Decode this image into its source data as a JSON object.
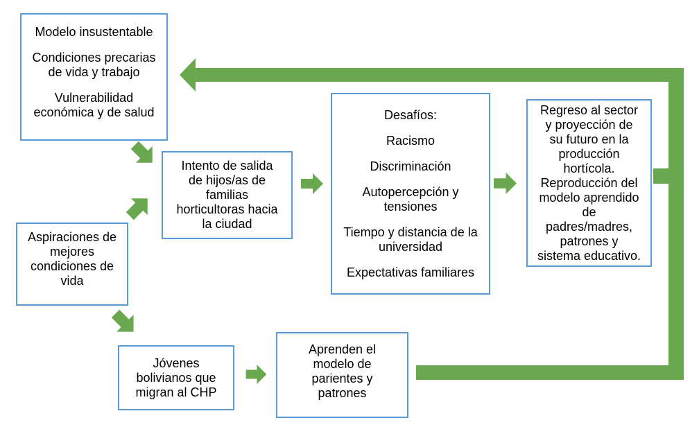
{
  "diagram": {
    "boxes": {
      "modelo": {
        "paragraphs": [
          "Modelo insustentable",
          "Condiciones precarias\nde vida y trabajo",
          "Vulnerabilidad\neconómica y de salud"
        ]
      },
      "aspiraciones": {
        "text": "Aspiraciones de\nmejores\ncondiciones de\nvida"
      },
      "intento": {
        "text": "Intento de salida\nde hijos/as de\nfamilias\nhorticultoras hacia\nla ciudad"
      },
      "desafios": {
        "paragraphs": [
          "Desafíos:",
          "Racismo",
          "Discriminación",
          "Autopercepción y\ntensiones",
          "Tiempo y distancia de la\nuniversidad",
          "Expectativas familiares"
        ]
      },
      "regreso": {
        "text": "Regreso al sector\ny proyección de\nsu futuro en la\nproducción\nhortícola.\nReproducción del\nmodelo aprendido\nde\npadres/madres,\npatrones y\nsistema educativo."
      },
      "jovenes": {
        "text": "Jóvenes\nbolivianos que\nmigran al CHP"
      },
      "aprenden": {
        "text": "Aprenden el\nmodelo de\nparientes y\npatrones"
      }
    },
    "colors": {
      "arrow_green": "#6aa84f",
      "box_border_blue": "#5b9bd5",
      "text": "#000000",
      "background": "#ffffff"
    }
  }
}
